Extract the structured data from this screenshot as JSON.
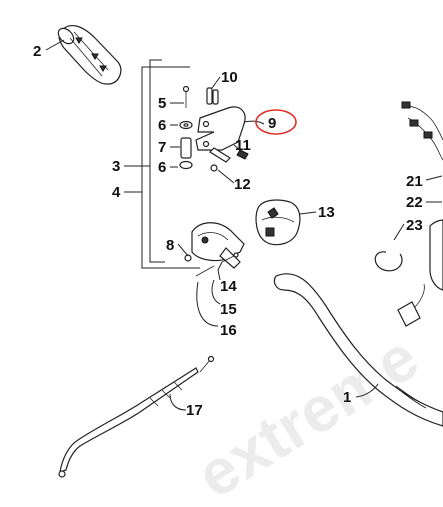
{
  "diagram": {
    "callouts": [
      {
        "id": "c1",
        "label": "1"
      },
      {
        "id": "c2",
        "label": "2"
      },
      {
        "id": "c3",
        "label": "3"
      },
      {
        "id": "c4",
        "label": "4"
      },
      {
        "id": "c5",
        "label": "5"
      },
      {
        "id": "c6a",
        "label": "6"
      },
      {
        "id": "c6b",
        "label": "6"
      },
      {
        "id": "c7",
        "label": "7"
      },
      {
        "id": "c8",
        "label": "8"
      },
      {
        "id": "c9",
        "label": "9"
      },
      {
        "id": "c10",
        "label": "10"
      },
      {
        "id": "c11",
        "label": "11"
      },
      {
        "id": "c12",
        "label": "12"
      },
      {
        "id": "c13",
        "label": "13"
      },
      {
        "id": "c14",
        "label": "14"
      },
      {
        "id": "c15",
        "label": "15"
      },
      {
        "id": "c16",
        "label": "16"
      },
      {
        "id": "c17",
        "label": "17"
      },
      {
        "id": "c21",
        "label": "21"
      },
      {
        "id": "c22",
        "label": "22"
      },
      {
        "id": "c23",
        "label": "23"
      }
    ],
    "highlighted_callout": "9",
    "highlight_color": "#e0302a",
    "watermark": "extreme"
  }
}
